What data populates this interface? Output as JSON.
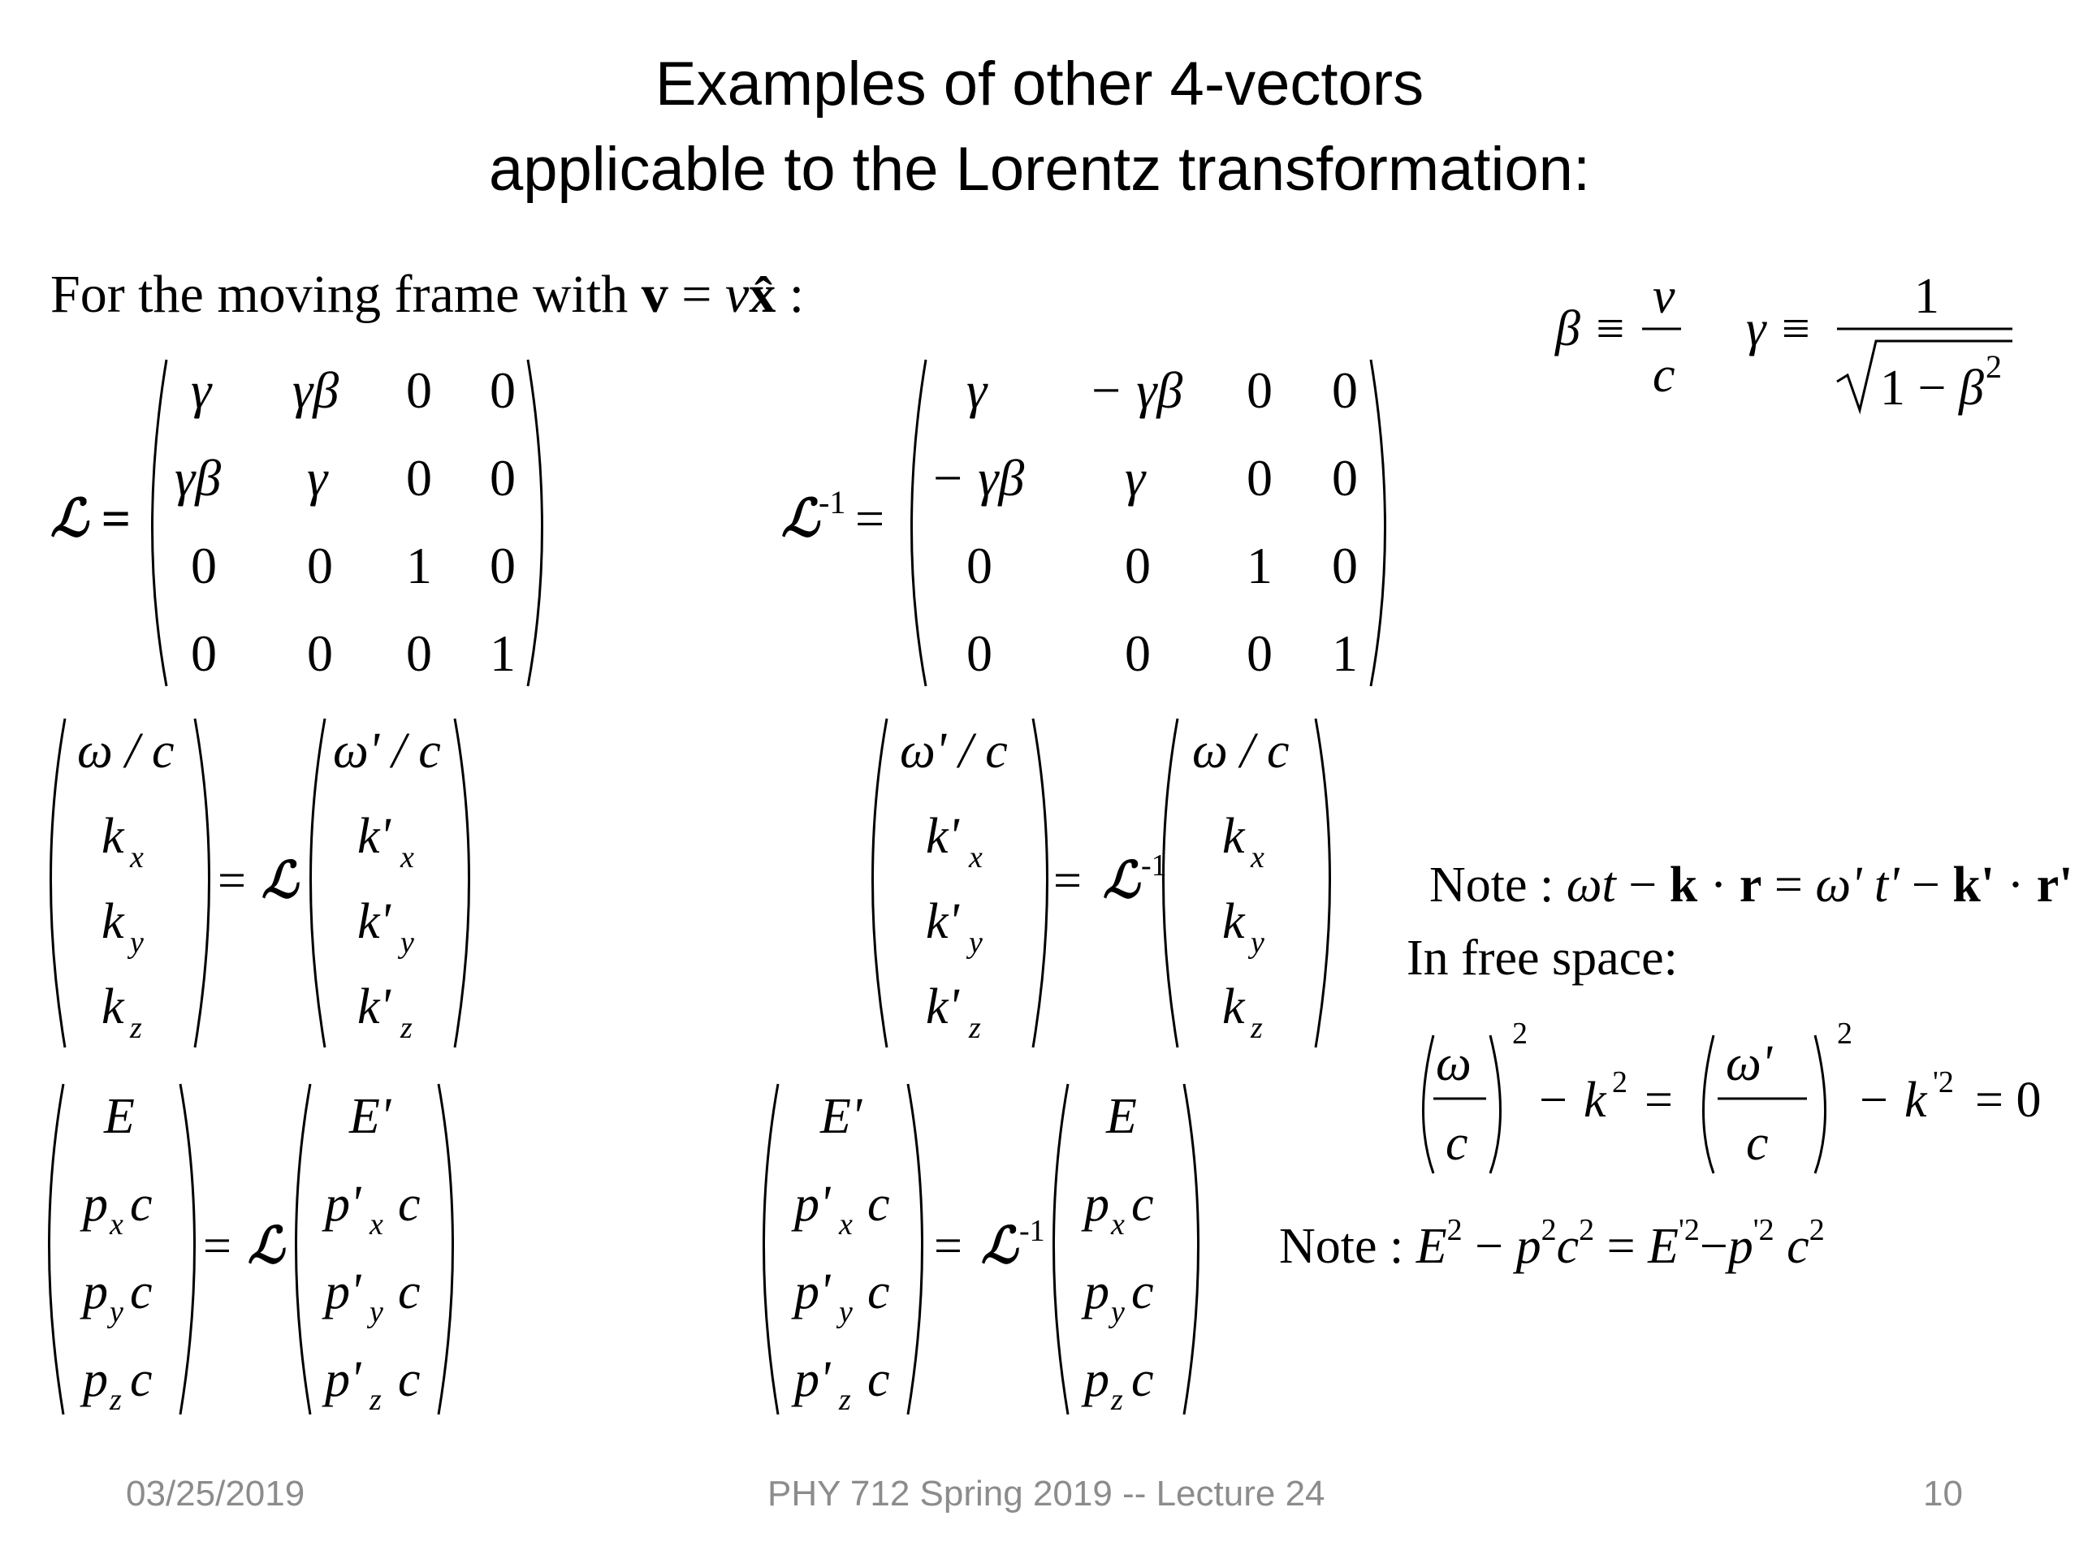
{
  "slide": {
    "title_line1": "Examples of other 4-vectors",
    "title_line2": "applicable to the Lorentz transformation:",
    "intro_text": "For the moving frame with",
    "intro_eq": "v = vx̂ :",
    "beta_def": {
      "lhs": "β ≡",
      "num": "v",
      "den": "c"
    },
    "gamma_def": {
      "lhs": "γ ≡",
      "num": "1",
      "den": "1 − β",
      "den_exp": "2"
    },
    "L_label": "ℒ =",
    "Linv_label": "ℒ",
    "Linv_sup": "-1",
    "L_matrix": [
      [
        "γ",
        "γβ",
        "0",
        "0"
      ],
      [
        "γβ",
        "γ",
        "0",
        "0"
      ],
      [
        "0",
        "0",
        "1",
        "0"
      ],
      [
        "0",
        "0",
        "0",
        "1"
      ]
    ],
    "Linv_matrix": [
      [
        "γ",
        "− γβ",
        "0",
        "0"
      ],
      [
        "− γβ",
        "γ",
        "0",
        "0"
      ],
      [
        "0",
        "0",
        "1",
        "0"
      ],
      [
        "0",
        "0",
        "0",
        "1"
      ]
    ],
    "wave_note": "Note :  ωt − k · r = ω' t' − k' · r'",
    "free_space": "In free space:",
    "dispersion": "(ω/c)² − k² = (ω'/c)² − k'² = 0",
    "energy_note": "Note :  E² − p²c² = E'² − p'² c²"
  },
  "footer": {
    "date": "03/25/2019",
    "course": "PHY 712  Spring 2019 -- Lecture 24",
    "page": "10"
  }
}
